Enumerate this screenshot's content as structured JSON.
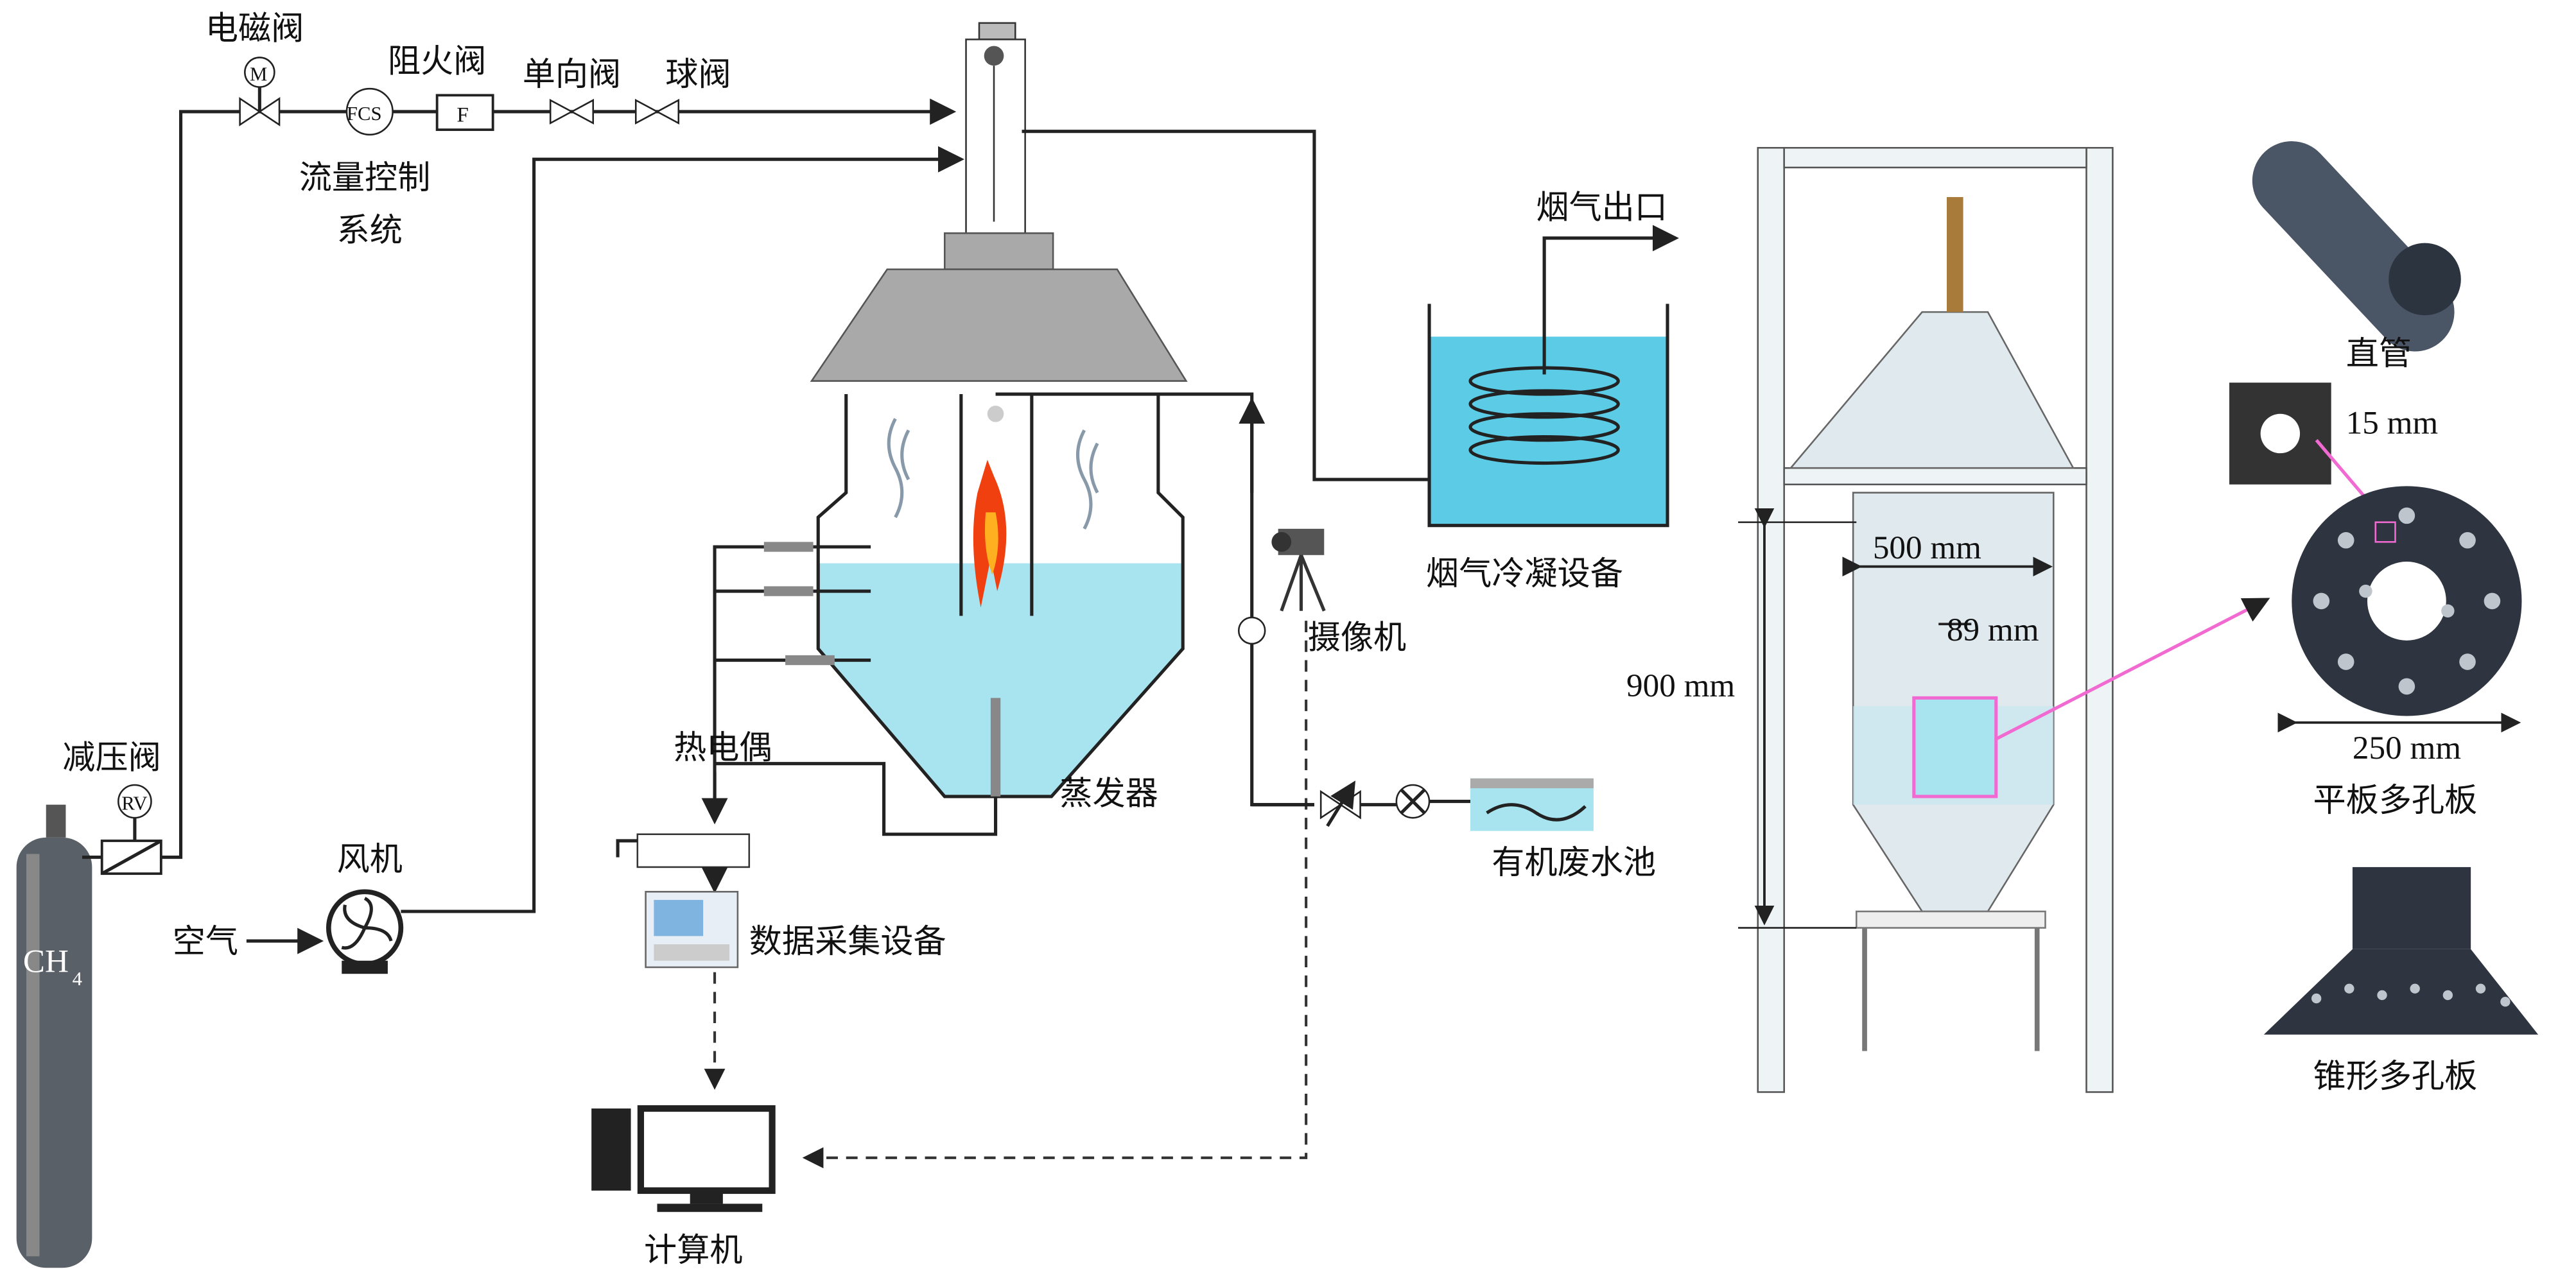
{
  "labels": {
    "solenoid_valve": "电磁阀",
    "solenoid_symbol": "M",
    "fcs_symbol": "FCS",
    "flame_arrester": "阻火阀",
    "flame_arrester_symbol": "F",
    "check_valve": "单向阀",
    "ball_valve": "球阀",
    "flow_control_1": "流量控制",
    "flow_control_2": "系统",
    "flue_outlet": "烟气出口",
    "condenser": "烟气冷凝设备",
    "camera": "摄像机",
    "thermocouple": "热电偶",
    "evaporator": "蒸发器",
    "wastewater_pool": "有机废水池",
    "data_acquisition": "数据采集设备",
    "computer": "计算机",
    "pressure_reducer": "减压阀",
    "pressure_reducer_symbol": "RV",
    "cylinder_gas": "CH",
    "cylinder_gas_sub": "4",
    "fan": "风机",
    "air": "空气",
    "straight_tube": "直管",
    "hole_size": "15 mm",
    "flat_plate": "平板多孔板",
    "plate_diameter": "250 mm",
    "cone_plate": "锥形多孔板",
    "vessel_diameter": "500 mm",
    "tube_diameter": "89 mm",
    "vessel_height": "900 mm"
  },
  "colors": {
    "liquid": "#a8e4f0",
    "condenser_water": "#5ccbe6",
    "hood": "#a9a9a9",
    "highlight": "#f06ad2",
    "flame": "#f04010"
  }
}
